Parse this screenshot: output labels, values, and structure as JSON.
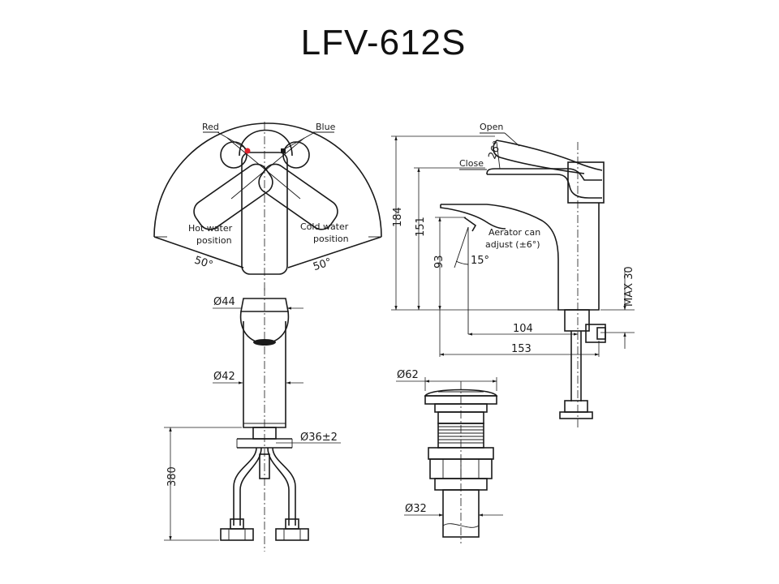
{
  "title": "LFV-612S",
  "top_view": {
    "red_label": "Red",
    "blue_label": "Blue",
    "hot_label_1": "Hot water",
    "hot_label_2": "position",
    "cold_label_1": "Cold water",
    "cold_label_2": "position",
    "hot_angle": "50°",
    "cold_angle": "50°",
    "red_color": "#e0202a"
  },
  "side_view": {
    "open_label": "Open",
    "close_label": "Close",
    "open_angle": "26°",
    "aerator_label_1": "Aerator can",
    "aerator_label_2": "adjust (±6°)",
    "aerator_angle": "15°",
    "dim_184": "184",
    "dim_151": "151",
    "dim_93": "93",
    "dim_104": "104",
    "dim_153": "153",
    "dim_max30": "MAX 30"
  },
  "front_view": {
    "dia_44": "Ø44",
    "dia_42": "Ø42",
    "dia_36": "Ø36±2",
    "dim_380": "380"
  },
  "drain_view": {
    "dia_62": "Ø62",
    "dia_32": "Ø32"
  }
}
